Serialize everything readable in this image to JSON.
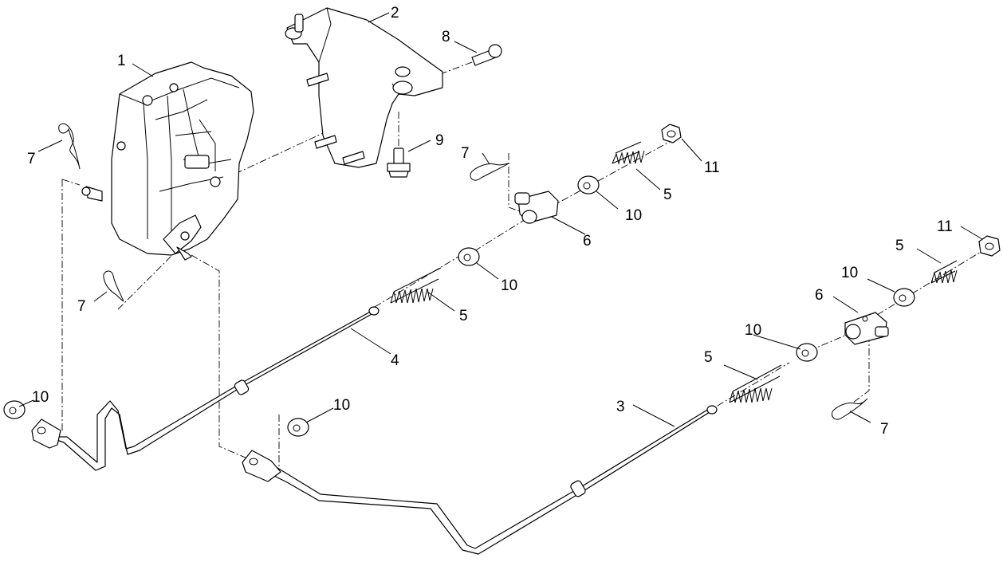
{
  "callouts": [
    {
      "id": "c1",
      "text": "1"
    },
    {
      "id": "c2",
      "text": "2"
    },
    {
      "id": "c3",
      "text": "3"
    },
    {
      "id": "c4",
      "text": "4"
    },
    {
      "id": "c5a",
      "text": "5"
    },
    {
      "id": "c5b",
      "text": "5"
    },
    {
      "id": "c5c",
      "text": "5"
    },
    {
      "id": "c5d",
      "text": "5"
    },
    {
      "id": "c6a",
      "text": "6"
    },
    {
      "id": "c6b",
      "text": "6"
    },
    {
      "id": "c7a",
      "text": "7"
    },
    {
      "id": "c7b",
      "text": "7"
    },
    {
      "id": "c7c",
      "text": "7"
    },
    {
      "id": "c7d",
      "text": "7"
    },
    {
      "id": "c8",
      "text": "8"
    },
    {
      "id": "c9",
      "text": "9"
    },
    {
      "id": "c10a",
      "text": "10"
    },
    {
      "id": "c10b",
      "text": "10"
    },
    {
      "id": "c10c",
      "text": "10"
    },
    {
      "id": "c10d",
      "text": "10"
    },
    {
      "id": "c10e",
      "text": "10"
    },
    {
      "id": "c10f",
      "text": "10"
    },
    {
      "id": "c11a",
      "text": "11"
    },
    {
      "id": "c11b",
      "text": "11"
    }
  ]
}
